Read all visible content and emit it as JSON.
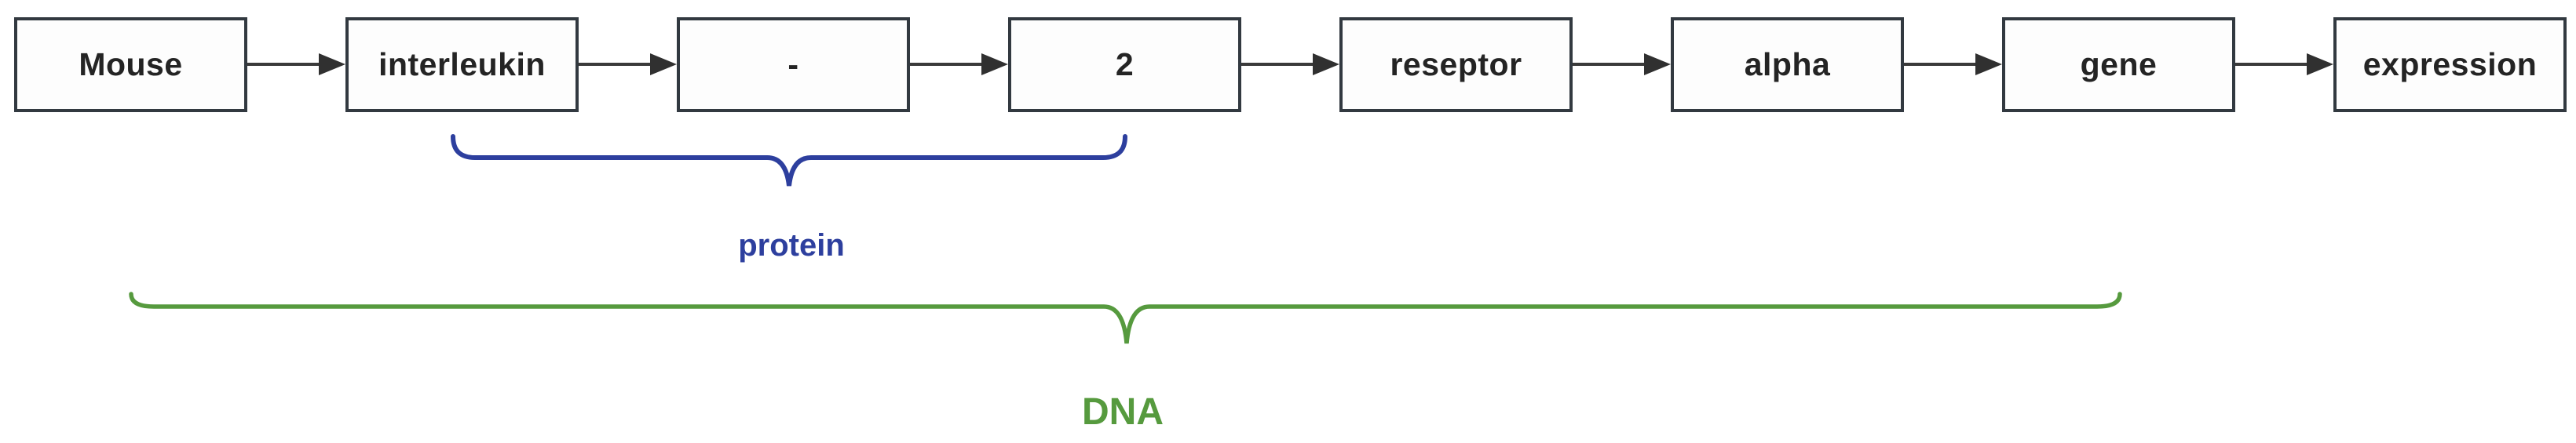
{
  "diagram": {
    "type": "left-to-right flowchart of query terms",
    "flow": {
      "boxes": [
        "Mouse",
        "interleukin",
        "-",
        "2",
        "reseptor",
        "alpha",
        "gene",
        "expression"
      ],
      "connector": "right-arrow"
    },
    "braces": {
      "protein": {
        "label": "protein",
        "color": "#2d3f9e",
        "spans_boxes": [
          "interleukin",
          "-",
          "2"
        ]
      },
      "dna": {
        "label": "DNA",
        "color": "#569a3e",
        "spans_boxes": [
          "Mouse",
          "interleukin",
          "-",
          "2",
          "reseptor",
          "alpha",
          "gene"
        ]
      }
    },
    "colors": {
      "background": "#ffffff",
      "box_fill": "#fdfdfd",
      "box_border": "#323940",
      "box_text": "#242424",
      "arrow": "#3a3a3a",
      "protein_blue": "#2d3f9e",
      "dna_green": "#569a3e"
    }
  }
}
